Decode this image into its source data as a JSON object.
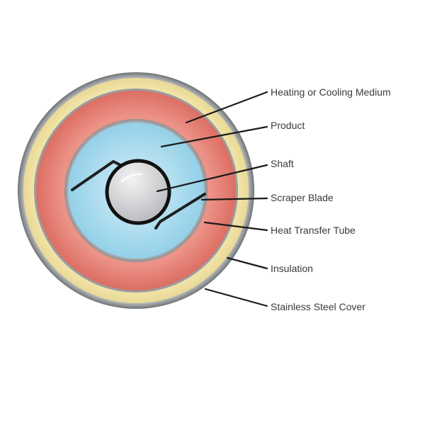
{
  "diagram": {
    "labels": {
      "heating_cooling_medium": "Heating or Cooling Medium",
      "product": "Product",
      "shaft": "Shaft",
      "scraper_blade": "Scraper Blade",
      "heat_transfer_tube": "Heat Transfer Tube",
      "insulation": "Insulation",
      "stainless_steel_cover": "Stainless Steel Cover"
    },
    "colors": {
      "stainless_steel_cover": "#8f9396",
      "insulation": "#f1e4a4",
      "heating_cooling_medium": "#e57d72",
      "heat_transfer_tube": "#a9acaf",
      "product": "#a6d9ed",
      "shaft": "#d6d7d9",
      "blade": "#1f1f1f"
    }
  }
}
